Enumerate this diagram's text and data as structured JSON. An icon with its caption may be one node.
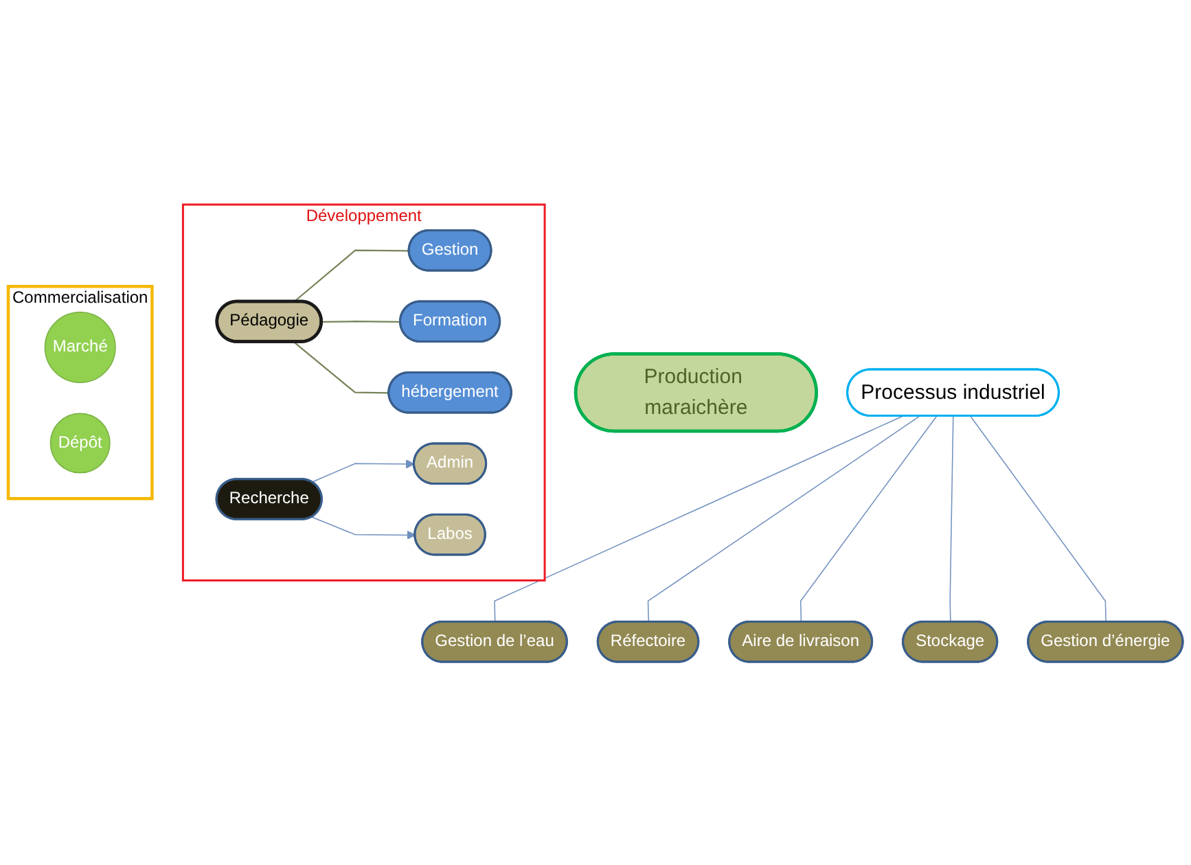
{
  "diagram": {
    "nodes": [
      {
        "text": [
          "Production maraichère"
        ]
      },
      {
        "text": [
          "Gestion de l’eau"
        ]
      },
      {
        "text": [
          "Réfectoire"
        ]
      },
      {
        "text": [
          "Aire de livraison"
        ]
      },
      {
        "text": [
          "Processus industriel"
        ]
      },
      {
        "text": [
          "Stockage"
        ]
      },
      {
        "text": [
          "Gestion d’énergie"
        ]
      },
      {
        "text": [
          "Développement"
        ]
      },
      {
        "text": [
          "Gestion"
        ],
        "in": 7
      },
      {
        "text": [
          "Pédagogie"
        ],
        "in": 7
      },
      {
        "text": [
          "Formation"
        ],
        "in": 7
      },
      {
        "text": [
          "hébergement"
        ],
        "in": 7
      },
      {
        "text": [
          "Admin"
        ],
        "in": 7
      },
      {
        "text": [
          "Recherche"
        ],
        "in": 7
      },
      {
        "text": [
          "Labos"
        ],
        "in": 7
      },
      {
        "text": [
          "Commercialisation"
        ]
      },
      {
        "text": [
          "Marché"
        ],
        "in": 15
      },
      {
        "text": [
          "Dépôt"
        ],
        "in": 15
      }
    ],
    "edges": [
      {
        "from": 4,
        "to": 1,
        "arrow": "none"
      },
      {
        "from": 4,
        "to": 2,
        "arrow": "none"
      },
      {
        "from": 4,
        "to": 3,
        "arrow": "none"
      },
      {
        "from": 4,
        "to": 5,
        "arrow": "none"
      },
      {
        "from": 4,
        "to": 6,
        "arrow": "none"
      },
      {
        "from": 9,
        "to": 8,
        "arrow": "none",
        "color": "#77845a"
      },
      {
        "from": 9,
        "to": 10,
        "arrow": "none",
        "color": "#77845a"
      },
      {
        "from": 9,
        "to": 11,
        "arrow": "none",
        "color": "#77845a"
      },
      {
        "from": 13,
        "to": 12,
        "arrow": "to"
      },
      {
        "from": 13,
        "to": 14,
        "arrow": "to"
      }
    ]
  }
}
